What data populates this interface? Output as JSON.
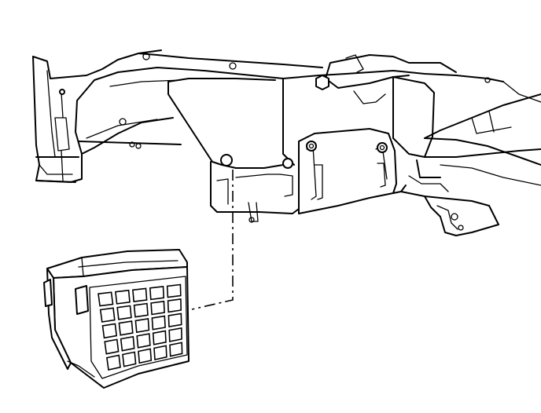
{
  "diagram": {
    "type": "technical-illustration",
    "components": [
      "vehicle-frame",
      "battery-tray-bracket",
      "battery-box"
    ],
    "line_color": "#000000",
    "background_color": "#ffffff"
  }
}
